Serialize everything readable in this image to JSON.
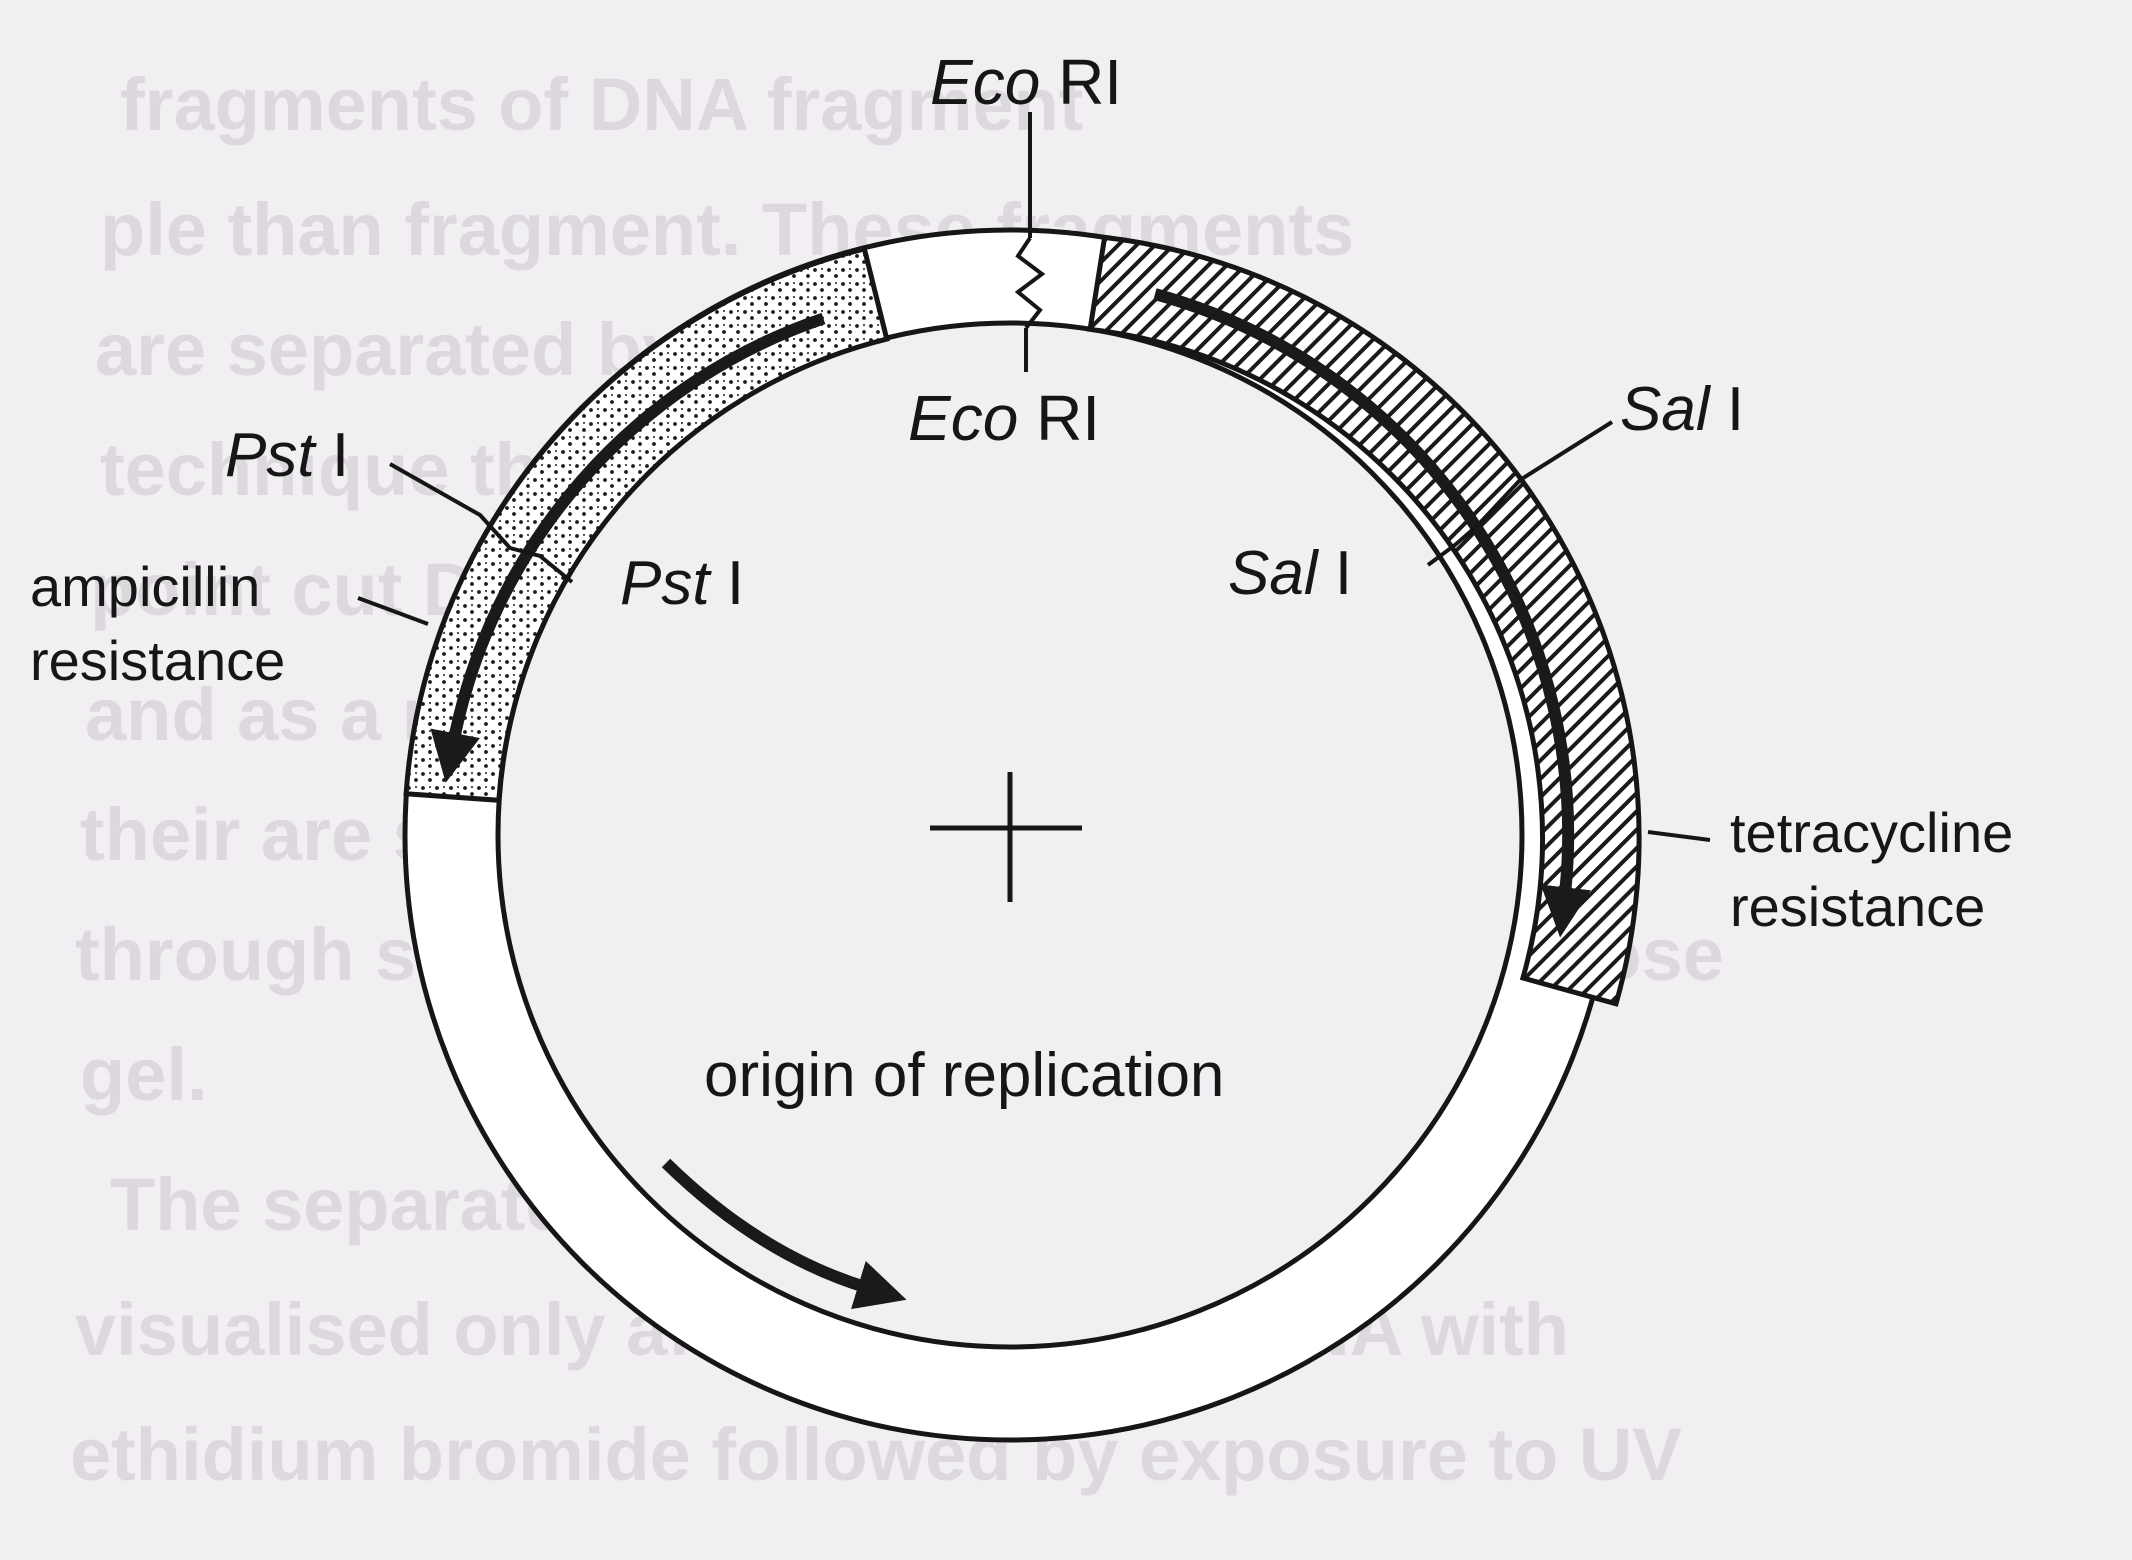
{
  "diagram": {
    "labels": {
      "ecori_top": {
        "enzyme": "Eco",
        "site": "RI"
      },
      "ecori_inner": {
        "enzyme": "Eco",
        "site": "RI"
      },
      "pst_outer": {
        "enzyme": "Pst",
        "site": "I"
      },
      "pst_inner": {
        "enzyme": "Pst",
        "site": "I"
      },
      "sal_outer": {
        "enzyme": "Sal",
        "site": "I"
      },
      "sal_inner": {
        "enzyme": "Sal",
        "site": "I"
      },
      "ampicillin": {
        "line1": "ampicillin",
        "line2": "resistance"
      },
      "tetracycline": {
        "line1": "tetracycline",
        "line2": "resistance"
      },
      "origin": "origin of replication"
    },
    "regions": [
      "ampicillin resistance",
      "tetracycline resistance",
      "origin of replication"
    ],
    "colors": {
      "ink": "#161616",
      "paper": "#f1eff2",
      "ring": "#ffffff"
    }
  },
  "background_text": {
    "lines": [
      "fragments of DNA fragment",
      "ple than fragment. These fragments",
      "are separated by a known as",
      "technique the agarose gel electro",
      "point cut DNA separated with",
      "and as a medium in gel electrophoresis",
      "their are separated according to their size",
      "through sieving effect provided by the agarose",
      "gel.",
      "The separated DNA fragments can be",
      "visualised only after staining the DNA with",
      "ethidium bromide followed by exposure to UV"
    ]
  }
}
